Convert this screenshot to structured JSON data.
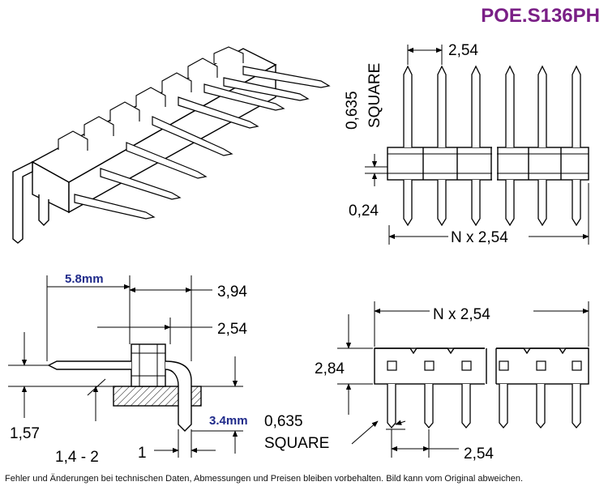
{
  "header": {
    "part_number": "POE.S136PH"
  },
  "dimensions": {
    "top_pitch": "2,54",
    "top_pin_size": "0,635",
    "top_pin_shape": "SQUARE",
    "top_offset": "0,24",
    "top_length": "N x 2,54",
    "side_blue": "5.8mm",
    "side_3_94": "3,94",
    "side_2_54": "2,54",
    "side_1_57": "1,57",
    "side_1_4_2": "1,4 - 2",
    "side_1": "1",
    "side_3_4_blue": "3.4mm",
    "front_length": "N x 2,54",
    "front_height": "2,84",
    "front_pin_size": "0,635",
    "front_pin_shape": "SQUARE",
    "front_pitch": "2,54"
  },
  "footer": {
    "disclaimer": "Fehler und Änderungen bei technischen Daten, Abmessungen und Preisen bleiben vorbehalten. Bild kann vom Original abweichen."
  }
}
